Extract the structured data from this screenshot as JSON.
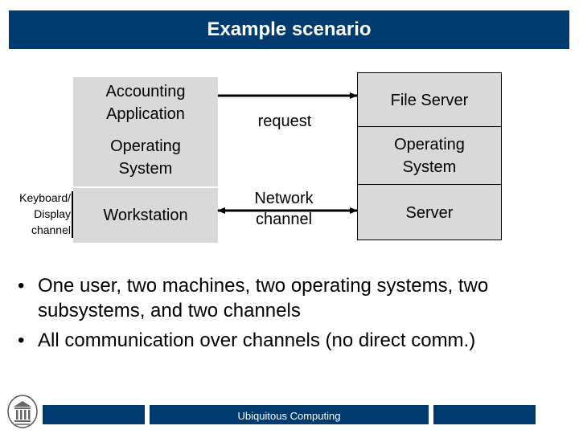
{
  "title": "Example scenario",
  "workstation": {
    "app": "Accounting Application",
    "os": "Operating System",
    "machine": "Workstation"
  },
  "server": {
    "app": "File Server",
    "os": "Operating System",
    "machine": "Server"
  },
  "links": {
    "request": "request",
    "network": "Network channel"
  },
  "keyboard_label": "Keyboard/ Display channel",
  "bullets": [
    "One user, two machines, two operating systems, two subsystems, and two channels",
    "All communication over channels (no direct comm.)"
  ],
  "bullet_symbol": "•",
  "footer": {
    "text": "Ubiquitous Computing"
  },
  "colors": {
    "title_bar": "#003b6f",
    "box_fill": "#d9d9d9"
  },
  "icons": {
    "logo": "university-seal-icon"
  }
}
